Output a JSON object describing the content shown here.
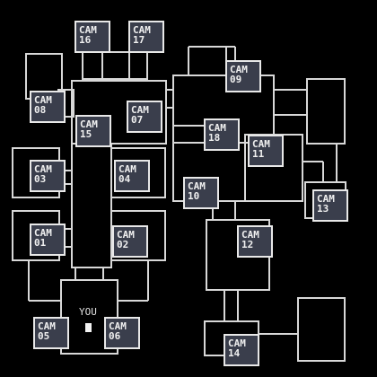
{
  "map": {
    "you_label": "YOU",
    "cameras": [
      {
        "id": "cam16",
        "line1": "CAM",
        "line2": "16"
      },
      {
        "id": "cam17",
        "line1": "CAM",
        "line2": "17"
      },
      {
        "id": "cam09",
        "line1": "CAM",
        "line2": "09"
      },
      {
        "id": "cam08",
        "line1": "CAM",
        "line2": "08"
      },
      {
        "id": "cam15",
        "line1": "CAM",
        "line2": "15"
      },
      {
        "id": "cam07",
        "line1": "CAM",
        "line2": "07"
      },
      {
        "id": "cam18",
        "line1": "CAM",
        "line2": "18"
      },
      {
        "id": "cam11",
        "line1": "CAM",
        "line2": "11"
      },
      {
        "id": "cam03",
        "line1": "CAM",
        "line2": "03"
      },
      {
        "id": "cam04",
        "line1": "CAM",
        "line2": "04"
      },
      {
        "id": "cam10",
        "line1": "CAM",
        "line2": "10"
      },
      {
        "id": "cam13",
        "line1": "CAM",
        "line2": "13"
      },
      {
        "id": "cam01",
        "line1": "CAM",
        "line2": "01"
      },
      {
        "id": "cam02",
        "line1": "CAM",
        "line2": "02"
      },
      {
        "id": "cam12",
        "line1": "CAM",
        "line2": "12"
      },
      {
        "id": "cam05",
        "line1": "CAM",
        "line2": "05"
      },
      {
        "id": "cam06",
        "line1": "CAM",
        "line2": "06"
      },
      {
        "id": "cam14",
        "line1": "CAM",
        "line2": "14"
      }
    ]
  }
}
